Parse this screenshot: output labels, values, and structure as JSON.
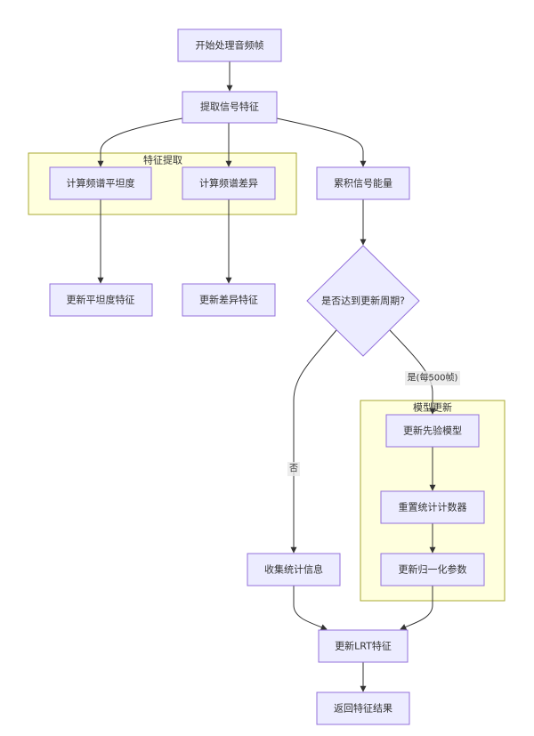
{
  "diagram": {
    "type": "flowchart",
    "colors": {
      "node_fill": "#ECECFF",
      "node_stroke": "#9370DB",
      "cluster_fill": "#ffffde",
      "cluster_stroke": "#aaaa33",
      "edge": "#333333",
      "text": "#333333"
    },
    "clusters": {
      "feature_extract": {
        "label": "特征提取"
      },
      "model_update": {
        "label": "模型更新"
      }
    },
    "nodes": {
      "start": {
        "label": "开始处理音频帧"
      },
      "extract": {
        "label": "提取信号特征"
      },
      "calc_flatness": {
        "label": "计算频谱平坦度"
      },
      "calc_diff": {
        "label": "计算频谱差异"
      },
      "accum_energy": {
        "label": "累积信号能量"
      },
      "update_flatness": {
        "label": "更新平坦度特征"
      },
      "update_diff": {
        "label": "更新差异特征"
      },
      "decision": {
        "label": "是否达到更新周期?"
      },
      "update_prior": {
        "label": "更新先验模型"
      },
      "reset_counter": {
        "label": "重置统计计数器"
      },
      "update_norm": {
        "label": "更新归一化参数"
      },
      "collect_stats": {
        "label": "收集统计信息"
      },
      "update_lrt": {
        "label": "更新LRT特征"
      },
      "return_result": {
        "label": "返回特征结果"
      }
    },
    "edge_labels": {
      "yes": "是(每500帧)",
      "no": "否"
    }
  }
}
